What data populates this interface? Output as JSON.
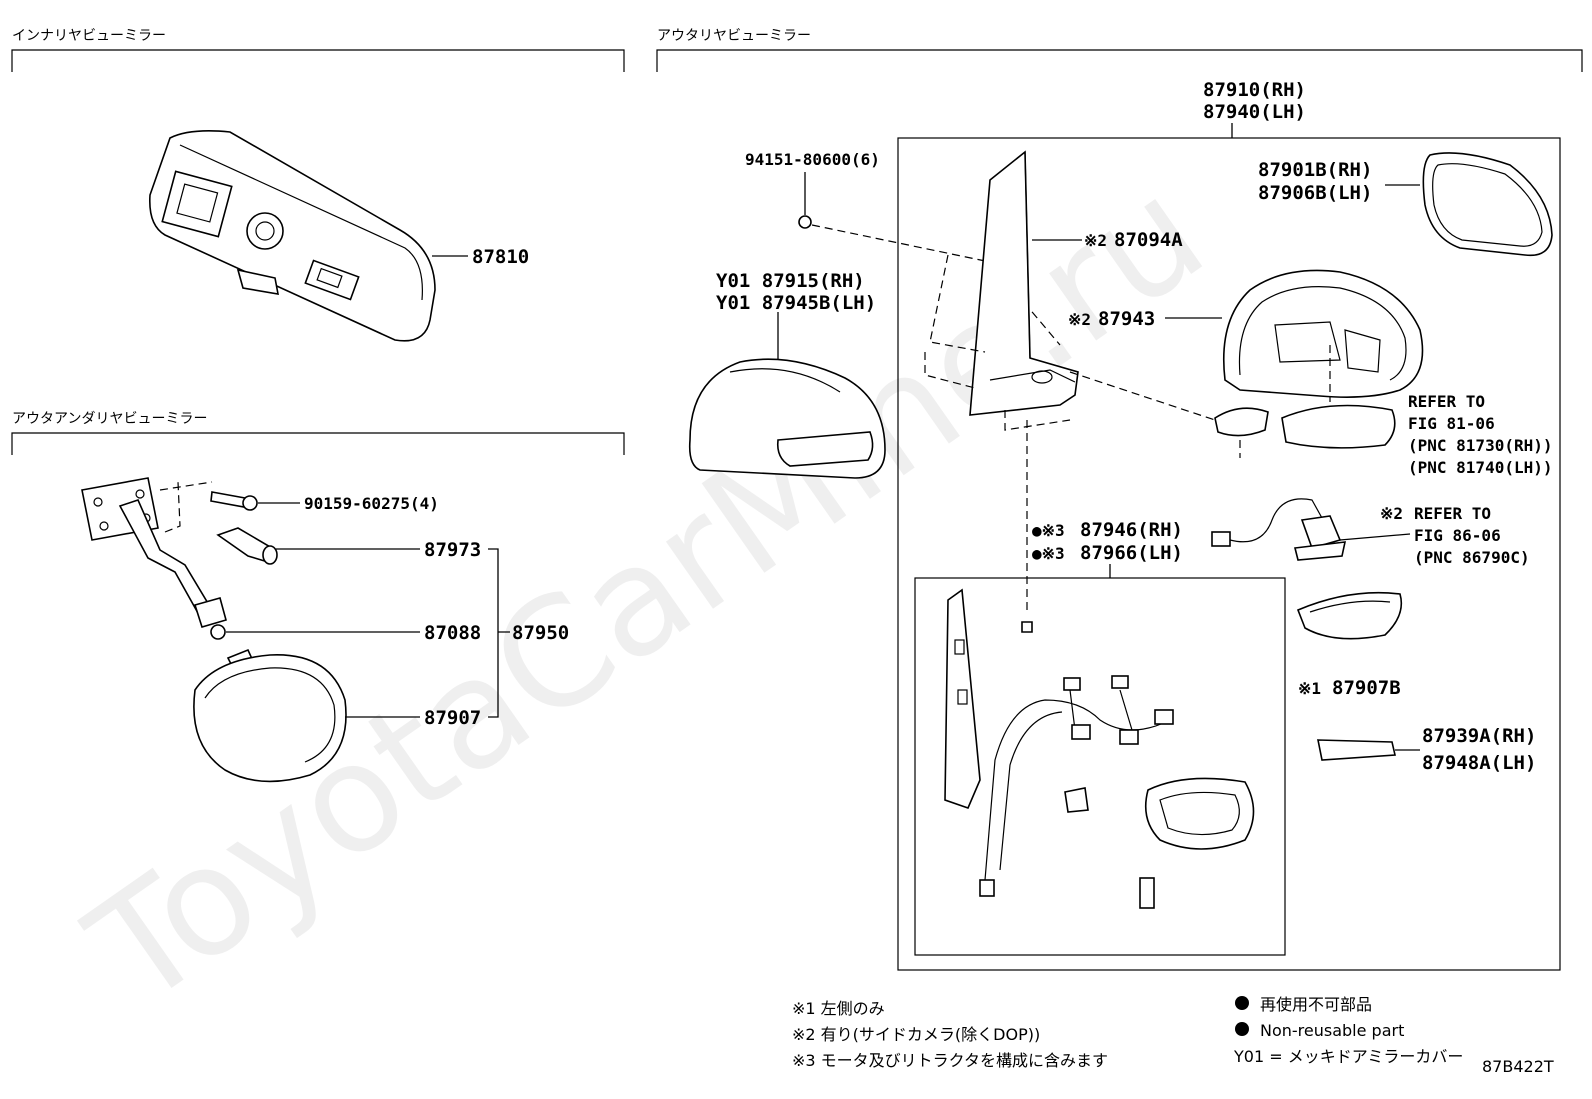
{
  "sections": {
    "inner": "インナリヤビューミラー",
    "outer_under": "アウタアンダリヤビューミラー",
    "outer": "アウタリヤビューミラー"
  },
  "parts": {
    "p87810": "87810",
    "p90159": "90159-60275(4)",
    "p87973": "87973",
    "p87088": "87088",
    "p87950": "87950",
    "p87907": "87907",
    "p87910": "87910(RH)",
    "p87940": "87940(LH)",
    "p94151": "94151-80600(6)",
    "p87901b": "87901B(RH)",
    "p87906b": "87906B(LH)",
    "p87094a_mark": "※2",
    "p87094a": "87094A",
    "p87943_mark": "※2",
    "p87943": "87943",
    "p87915": "Y01 87915(RH)",
    "p87945b": "Y01 87945B(LH)",
    "p87946_mark": "●※3",
    "p87946": "87946(RH)",
    "p87966_mark": "●※3",
    "p87966": "87966(LH)",
    "p87907b_mark": "※1",
    "p87907b": "87907B",
    "p87939a": "87939A(RH)",
    "p87948a": "87948A(LH)"
  },
  "refs": {
    "ref1": [
      "REFER TO",
      "FIG 81-06",
      "(PNC 81730(RH))",
      "(PNC 81740(LH))"
    ],
    "ref2_mark": "※2",
    "ref2": [
      "REFER TO",
      "FIG 86-06",
      "(PNC 86790C)"
    ]
  },
  "notes": {
    "n1": "※1 左側のみ",
    "n2": "※2 有り(サイドカメラ(除くDOP))",
    "n3": "※3 モータ及びリトラクタを構成に含みます"
  },
  "legend": {
    "jp": "再使用不可部品",
    "en": "Non-reusable part",
    "y01": "Y01 = メッキドアミラーカバー"
  },
  "diagram_code": "87B422T",
  "watermark": "ToyotaCarMine.ru"
}
